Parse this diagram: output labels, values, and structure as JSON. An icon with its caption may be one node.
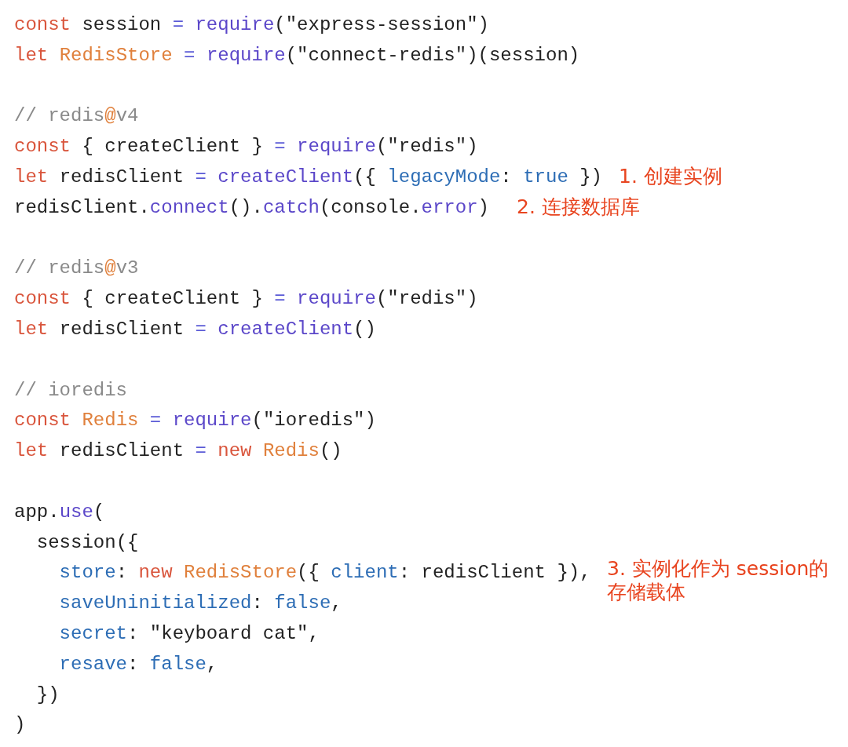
{
  "diagram": {
    "labels": [
      "const session = require(\"express-session\")",
      "let RedisStore = require(\"connect-redis\")(session)",
      "// redis@v4",
      "const { createClient } = require(\"redis\")",
      "let redisClient = createClient({ legacyMode: true })",
      "1. 创建实例",
      "redisClient.connect().catch(console.error)",
      "2. 连接数据库",
      "// redis@v3",
      "const { createClient } = require(\"redis\")",
      "let redisClient = createClient()",
      "// ioredis",
      "const Redis = require(\"ioredis\")",
      "let redisClient = new Redis()",
      "app.use(",
      "  session({",
      "    store: new RedisStore({ client: redisClient }),",
      "3. 实例化作为 session的存储载体",
      "    saveUninitialized: false,",
      "    secret: \"keyboard cat\",",
      "    resave: false,",
      "  })",
      ")"
    ]
  }
}
